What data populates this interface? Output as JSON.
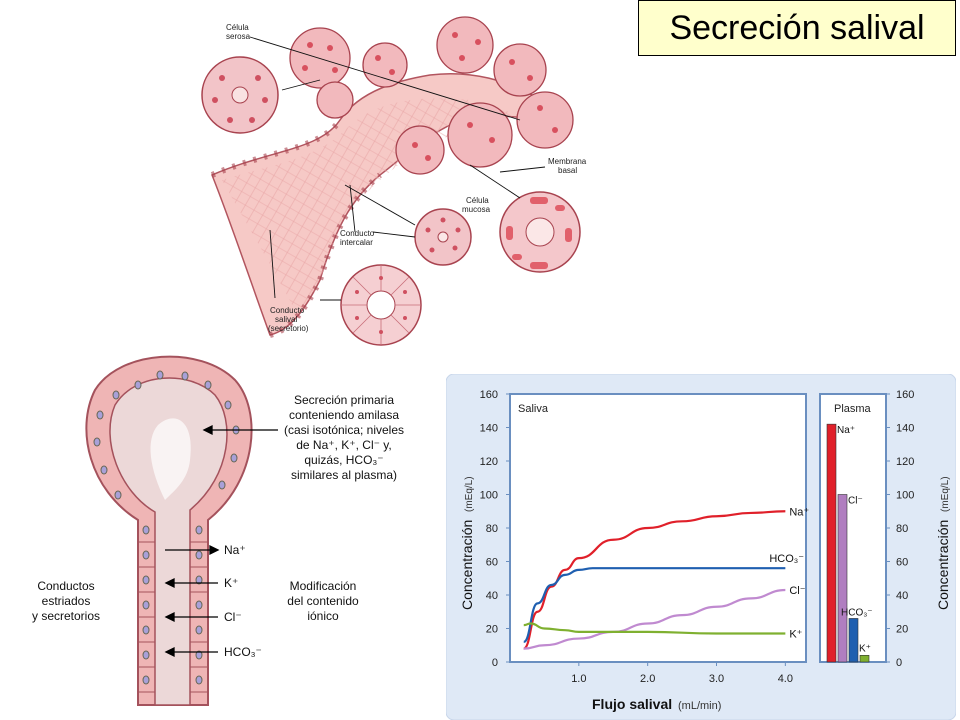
{
  "title": "Secreción salival",
  "top_diagram": {
    "labels": {
      "celula_serosa": [
        "Célula",
        "serosa"
      ],
      "membrana_basal": [
        "Membrana",
        "basal"
      ],
      "celula_mucosa": [
        "Célula",
        "mucosa"
      ],
      "conducto_intercalar": [
        "Conducto",
        "intercalar"
      ],
      "conducto_salival": [
        "Conducto",
        "salival",
        "(secretorio)"
      ]
    }
  },
  "bottom_diagram": {
    "primary_secretion": [
      "Secreción primaria",
      "conteniendo amilasa",
      "(casi isotónica; niveles",
      "de Na⁺, K⁺, Cl⁻ y,",
      "quizás, HCO₃⁻",
      "similares al plasma)"
    ],
    "ducts": [
      "Conductos",
      "estriados",
      "y secretorios"
    ],
    "modification": [
      "Modificación",
      "del contenido",
      "iónico"
    ],
    "ions": [
      "Na⁺",
      "K⁺",
      "Cl⁻",
      "HCO₃⁻"
    ]
  },
  "colors": {
    "na": "#e0202a",
    "hco3": "#1f5fb0",
    "cl": "#c08ad0",
    "k": "#7fb030",
    "panel_bg": "#dfe9f6",
    "panel_border": "#6a8fc0"
  },
  "chart_data": {
    "type": "line",
    "panel_saliva_label": "Saliva",
    "panel_plasma_label": "Plasma",
    "xlabel": "Flujo salival",
    "xunit": "(mL/min)",
    "ylabel_left": "Concentración",
    "ylabel_right": "Concentración",
    "yunit": "(mEq/L)",
    "x_ticks": [
      "1.0",
      "2.0",
      "3.0",
      "4.0"
    ],
    "y_ticks": [
      "0",
      "20",
      "40",
      "60",
      "80",
      "100",
      "120",
      "140",
      "160"
    ],
    "xlim": [
      0,
      4.3
    ],
    "ylim": [
      0,
      160
    ],
    "series": [
      {
        "name": "Na⁺",
        "color": "#e0202a",
        "x": [
          0.2,
          0.4,
          0.6,
          0.8,
          1.0,
          1.5,
          2.0,
          2.5,
          3.0,
          3.5,
          4.0
        ],
        "y": [
          8,
          30,
          45,
          55,
          62,
          73,
          80,
          84,
          87,
          89,
          90
        ]
      },
      {
        "name": "HCO₃⁻",
        "color": "#1f5fb0",
        "x": [
          0.2,
          0.4,
          0.6,
          0.8,
          1.0,
          1.2,
          1.5,
          2.0,
          3.0,
          4.0
        ],
        "y": [
          12,
          35,
          46,
          52,
          55,
          56,
          56,
          56,
          56,
          56
        ]
      },
      {
        "name": "Cl⁻",
        "color": "#c08ad0",
        "x": [
          0.2,
          0.5,
          1.0,
          1.5,
          2.0,
          2.5,
          3.0,
          3.5,
          4.0
        ],
        "y": [
          8,
          10,
          14,
          18,
          23,
          28,
          33,
          38,
          43
        ]
      },
      {
        "name": "K⁺",
        "color": "#7fb030",
        "x": [
          0.2,
          0.3,
          0.5,
          0.8,
          1.0,
          1.5,
          2.0,
          3.0,
          4.0
        ],
        "y": [
          22,
          23,
          20,
          19,
          18,
          18,
          18,
          17,
          17
        ]
      }
    ],
    "plasma_bars": [
      {
        "name": "Na⁺",
        "value": 142,
        "color": "#e0202a"
      },
      {
        "name": "Cl⁻",
        "value": 100,
        "color": "#b07ec0"
      },
      {
        "name": "HCO₃⁻",
        "value": 26,
        "color": "#1f5fb0"
      },
      {
        "name": "K⁺",
        "value": 4,
        "color": "#7fb030"
      }
    ]
  }
}
